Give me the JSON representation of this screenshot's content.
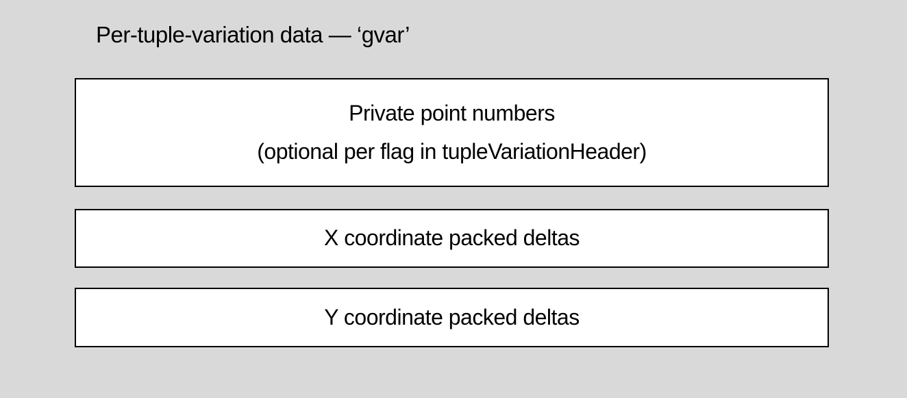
{
  "title": "Per-tuple-variation data — ‘gvar’",
  "colors": {
    "background": "#d9d9d9",
    "box_fill": "#ffffff",
    "box_border": "#000000",
    "text": "#000000"
  },
  "boxes": [
    {
      "id": "private-point-numbers",
      "lines": [
        "Private point numbers",
        "(optional per flag in tupleVariationHeader)"
      ]
    },
    {
      "id": "x-coordinate-packed-deltas",
      "lines": [
        "X coordinate packed deltas"
      ]
    },
    {
      "id": "y-coordinate-packed-deltas",
      "lines": [
        "Y coordinate packed deltas"
      ]
    }
  ]
}
